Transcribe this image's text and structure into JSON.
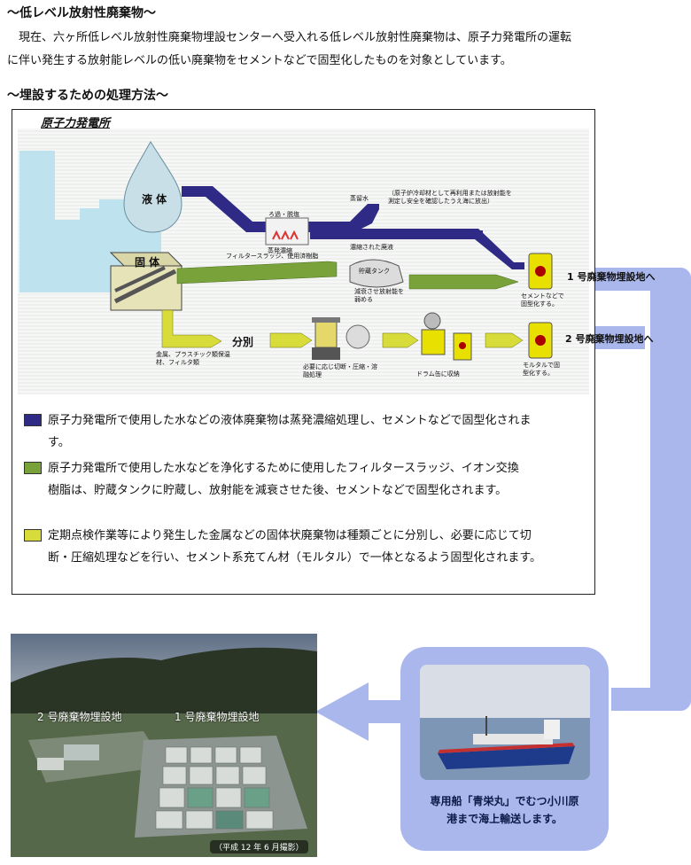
{
  "section1": {
    "heading": "～低レベル放射性廃棄物～",
    "intro_line1": "　現在、六ヶ所低レベル放射性廃棄物埋設センターへ受入れる低レベル放射性廃棄物は、原子力発電所の運転",
    "intro_line2": "に伴い発生する放射能レベルの低い廃棄物をセメントなどで固型化したものを対象としています。"
  },
  "section2": {
    "heading": "～埋設するための処理方法～"
  },
  "diagram": {
    "plant_label": "原子力発電所",
    "liquid": "液 体",
    "solid": "固 体",
    "filter_dehumidify": "ろ過・脱塩",
    "evaporator": "蒸発濃縮",
    "distilled_water": "蒸留水",
    "discharge_note": "（原子炉冷却材として再利用または放射能を測定し安全を確認したうえ海に放出）",
    "concentrated_waste": "濃縮された廃液",
    "filter_sludge": "フィルタースラッジ、使用済樹脂",
    "storage_tank": "貯蔵タンク",
    "decay_note": "減衰させ放射能を弱める",
    "cement_note": "セメントなどで固型化する。",
    "sorting": "分別",
    "metal_note": "金属、プラスチック類保温材、フィルタ類",
    "process_note": "必要に応じ切断・圧縮・溶融処理",
    "drum_note": "ドラム缶に収納",
    "mortar_note": "モルタルで固型化する。",
    "disposal1": "1 号廃棄物埋設地へ",
    "disposal2": "2 号廃棄物埋設地へ"
  },
  "legend": [
    {
      "color": "#2e2a86",
      "line1": "原子力発電所で使用した水などの液体廃棄物は蒸発濃縮処理し、セメントなどで固型化されま",
      "line2": "す。"
    },
    {
      "color": "#7aa23a",
      "line1": "原子力発電所で使用した水などを浄化するために使用したフィルタースラッジ、イオン交換",
      "line2": "樹脂は、貯蔵タンクに貯蔵し、放射能を減衰させた後、セメントなどで固型化されます。"
    },
    {
      "color": "#d8dc3a",
      "line1": "定期点検作業等により発生した金属などの固体状廃棄物は種類ごとに分別し、必要に応じて切",
      "line2": "断・圧縮処理などを行い、セメント系充てん材（モルタル）で一体となるよう固型化されます。"
    }
  ],
  "photo": {
    "site2": "2 号廃棄物埋設地",
    "site1": "1 号廃棄物埋設地",
    "date": "（平成 12 年 6 月撮影）"
  },
  "ship": {
    "caption_line1": "専用船「青栄丸」でむつ小川原",
    "caption_line2": "港まで海上輸送します。"
  },
  "colors": {
    "liquid_path": "#2e2a86",
    "filter_path": "#7aa23a",
    "solid_path": "#d8dc3a",
    "route": "#aab7ec",
    "drum": "#e8e000"
  }
}
